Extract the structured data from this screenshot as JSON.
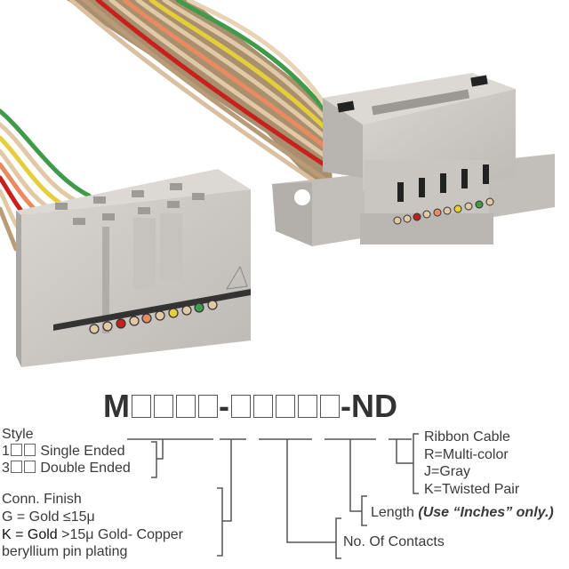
{
  "part_number": {
    "prefix": "M",
    "separator": "-",
    "suffix": "-ND",
    "group1_boxes": 4,
    "group2_boxes": 5
  },
  "style": {
    "title": "Style",
    "options": [
      {
        "code": "1",
        "label": "Single Ended"
      },
      {
        "code": "3",
        "label": "Double Ended"
      }
    ]
  },
  "finish": {
    "title": "Conn. Finish",
    "g": "G = Gold ≤15μ",
    "k_bold": "K = Gold",
    "k_rest": " >15μ Gold- Copper",
    "k_line2": "beryllium pin plating"
  },
  "contacts": {
    "label": "No. Of Contacts"
  },
  "length": {
    "label": "Length ",
    "note": "(Use “Inches” only.)"
  },
  "cable": {
    "title": "Ribbon Cable",
    "options": [
      "R=Multi-color",
      "J=Gray",
      "K=Twisted Pair"
    ]
  },
  "colors": {
    "housing": "#cfcbc6",
    "wire_tan": "#e2c9a6",
    "wire_red": "#c8201c",
    "wire_green": "#3f9a4a",
    "wire_yellow": "#e4cf3a",
    "wire_orange": "#e98a60",
    "line": "#555555"
  }
}
